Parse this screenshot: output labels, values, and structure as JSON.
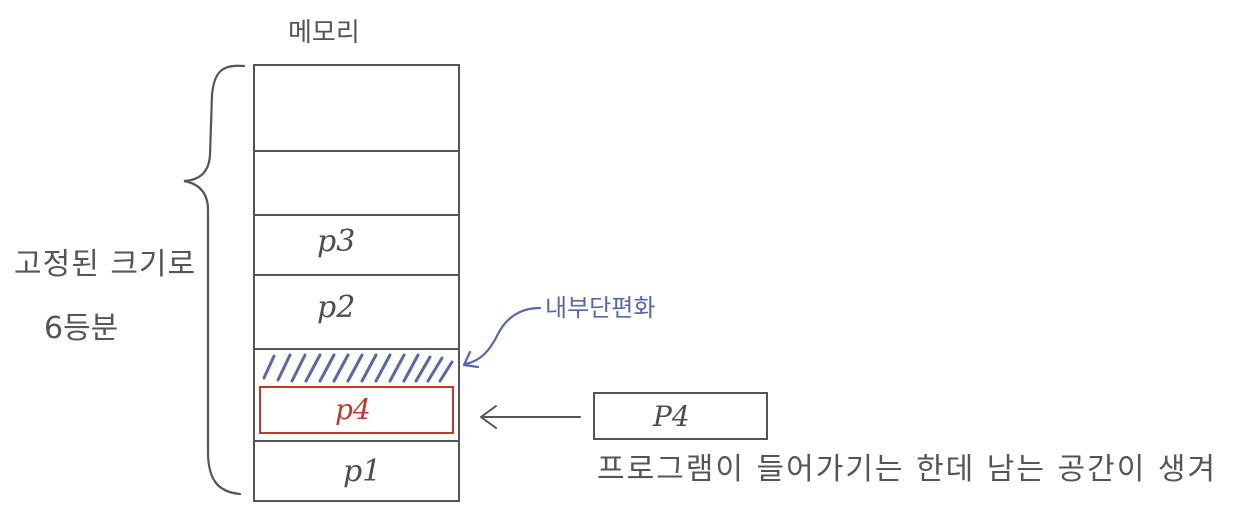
{
  "memory": {
    "title": "메모리",
    "slot_labels": [
      "",
      "",
      "p3",
      "p2",
      "",
      "p4",
      "p1"
    ]
  },
  "side_label": {
    "line1": "고정된 크기로",
    "line2": "6등분"
  },
  "fragment_label": "내부단편화",
  "incoming_process": "P4",
  "note": "프로그램이 들어가기는 한데 남는 공간이 생겨",
  "colors": {
    "ink": "#555555",
    "fragment_blue": "#5768a8",
    "process_red": "#c0392b"
  }
}
